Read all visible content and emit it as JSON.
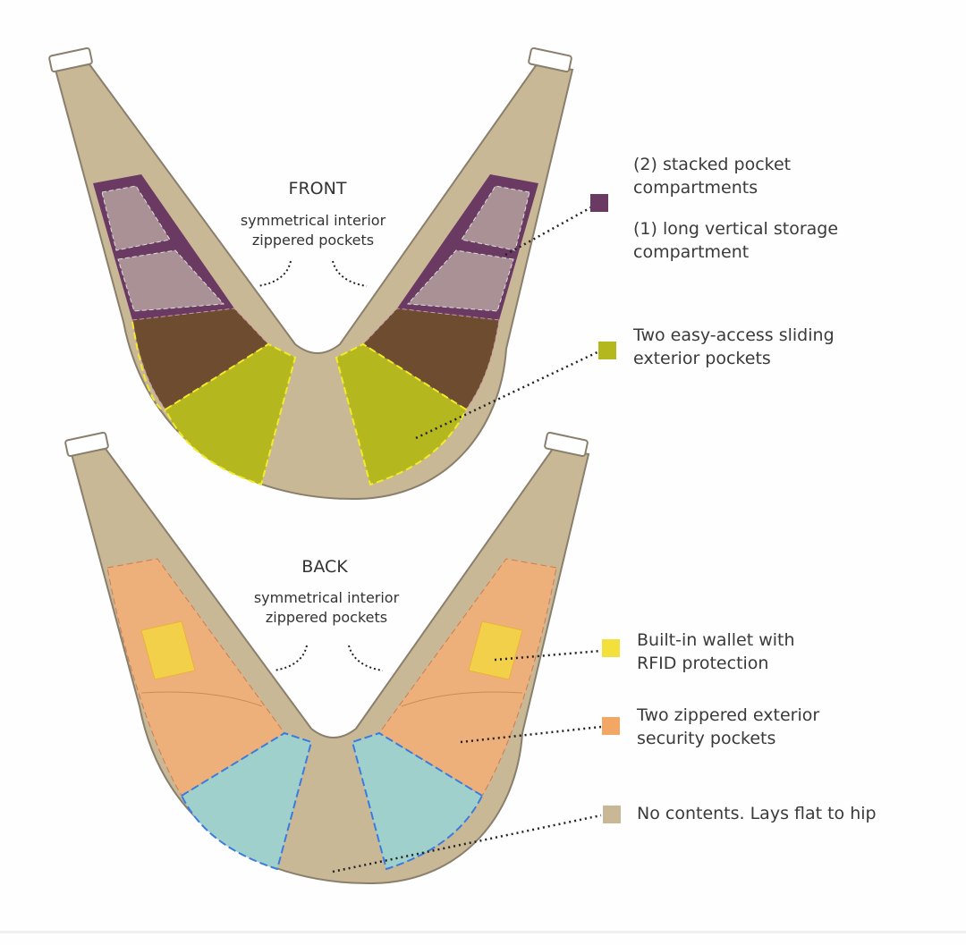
{
  "front": {
    "title": "FRONT",
    "subtitle": "symmetrical interior\nzippered pockets",
    "legend": [
      {
        "text": "(2) stacked pocket\ncompartments",
        "color": "#6b3a62"
      },
      {
        "text": "(1) long vertical storage\ncompartment"
      },
      {
        "text": "Two easy-access sliding\nexterior pockets",
        "color": "#b4b71e"
      }
    ]
  },
  "back": {
    "title": "BACK",
    "subtitle": "symmetrical interior\nzippered pockets",
    "legend": [
      {
        "text": "Built-in wallet with\nRFID protection",
        "color": "#f3e03a"
      },
      {
        "text": "Two zippered exterior\nsecurity pockets",
        "color": "#f2a765"
      },
      {
        "text": "No contents. Lays flat to hip",
        "color": "#c8b896"
      }
    ]
  },
  "colors": {
    "bag": "#c8b896",
    "outline": "#8a7f6c",
    "purple": "#6b3a62",
    "brown": "#6e4c30",
    "green": "#b4b71e",
    "orange": "#eeb07a",
    "teal": "#9fd0cc",
    "blue_dash": "#3b7be0"
  }
}
